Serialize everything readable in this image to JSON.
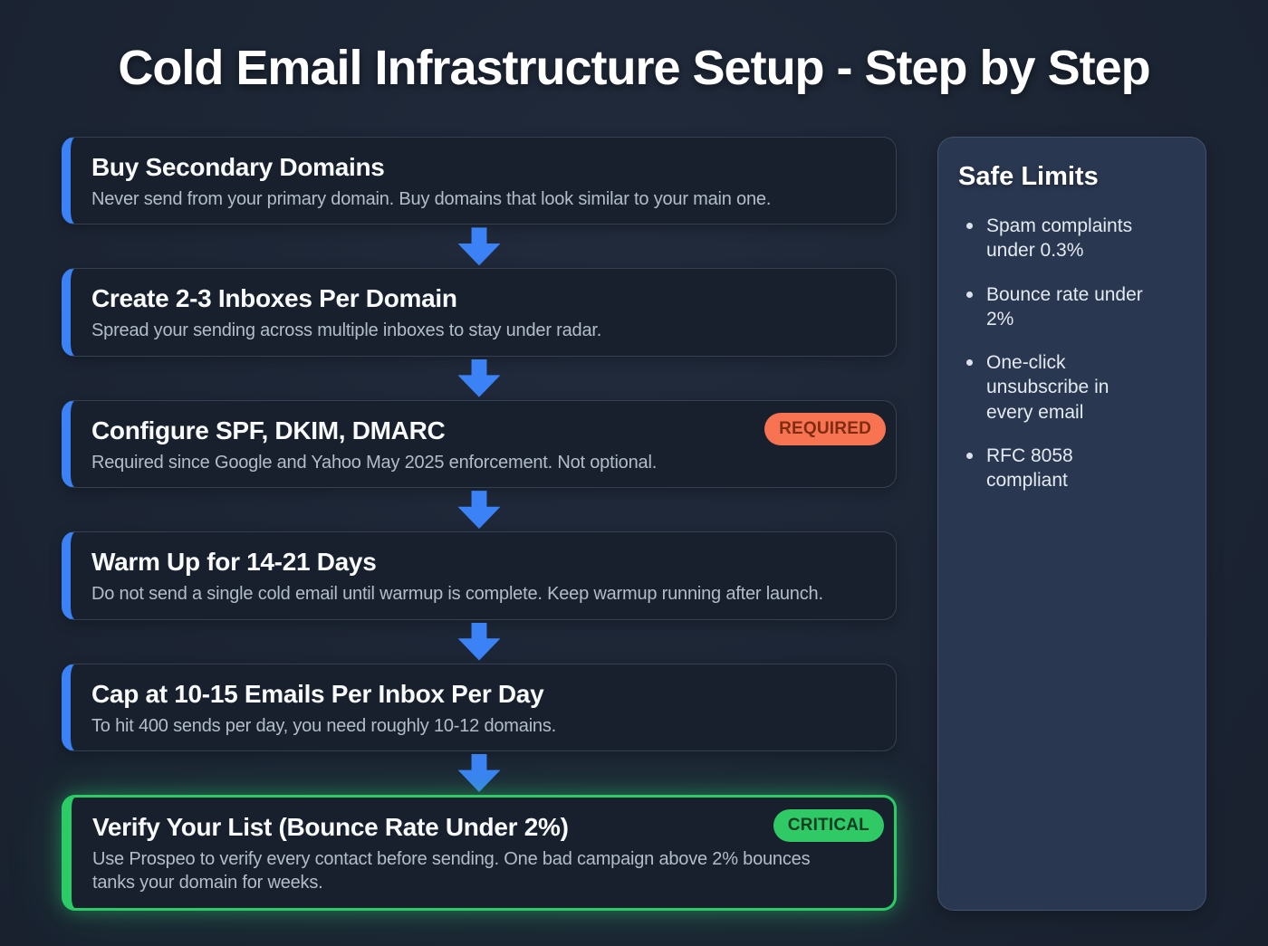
{
  "title": "Cold Email Infrastructure Setup - Step by Step",
  "steps": [
    {
      "title": "Buy Secondary Domains",
      "description": "Never send from your primary domain. Buy domains that look similar to your main one."
    },
    {
      "title": "Create 2-3 Inboxes Per Domain",
      "description": "Spread your sending across multiple inboxes to stay under radar."
    },
    {
      "title": "Configure SPF, DKIM, DMARC",
      "description": "Required since Google and Yahoo May 2025 enforcement. Not optional.",
      "badge": "REQUIRED"
    },
    {
      "title": "Warm Up for 14-21 Days",
      "description": "Do not send a single cold email until warmup is complete. Keep warmup running after launch."
    },
    {
      "title": "Cap at 10-15 Emails Per Inbox Per Day",
      "description": "To hit 400 sends per day, you need roughly 10-12 domains."
    },
    {
      "title": "Verify Your List (Bounce Rate Under 2%)",
      "description": "Use Prospeo to verify every contact before sending. One bad campaign above 2% bounces tanks your domain for weeks.",
      "badge": "CRITICAL"
    }
  ],
  "sidebar": {
    "title": "Safe Limits",
    "items": [
      "Spam complaints under 0.3%",
      "Bounce rate under 2%",
      "One-click unsubscribe in every email",
      "RFC 8058 compliant"
    ]
  },
  "colors": {
    "accent_blue": "#3b82f6",
    "accent_green": "#2bcb66",
    "badge_required_bg": "#f87352",
    "badge_critical_bg": "#2fc965",
    "background": "#1c2534",
    "card_background": "#18202e",
    "panel_background": "#2a3750"
  }
}
